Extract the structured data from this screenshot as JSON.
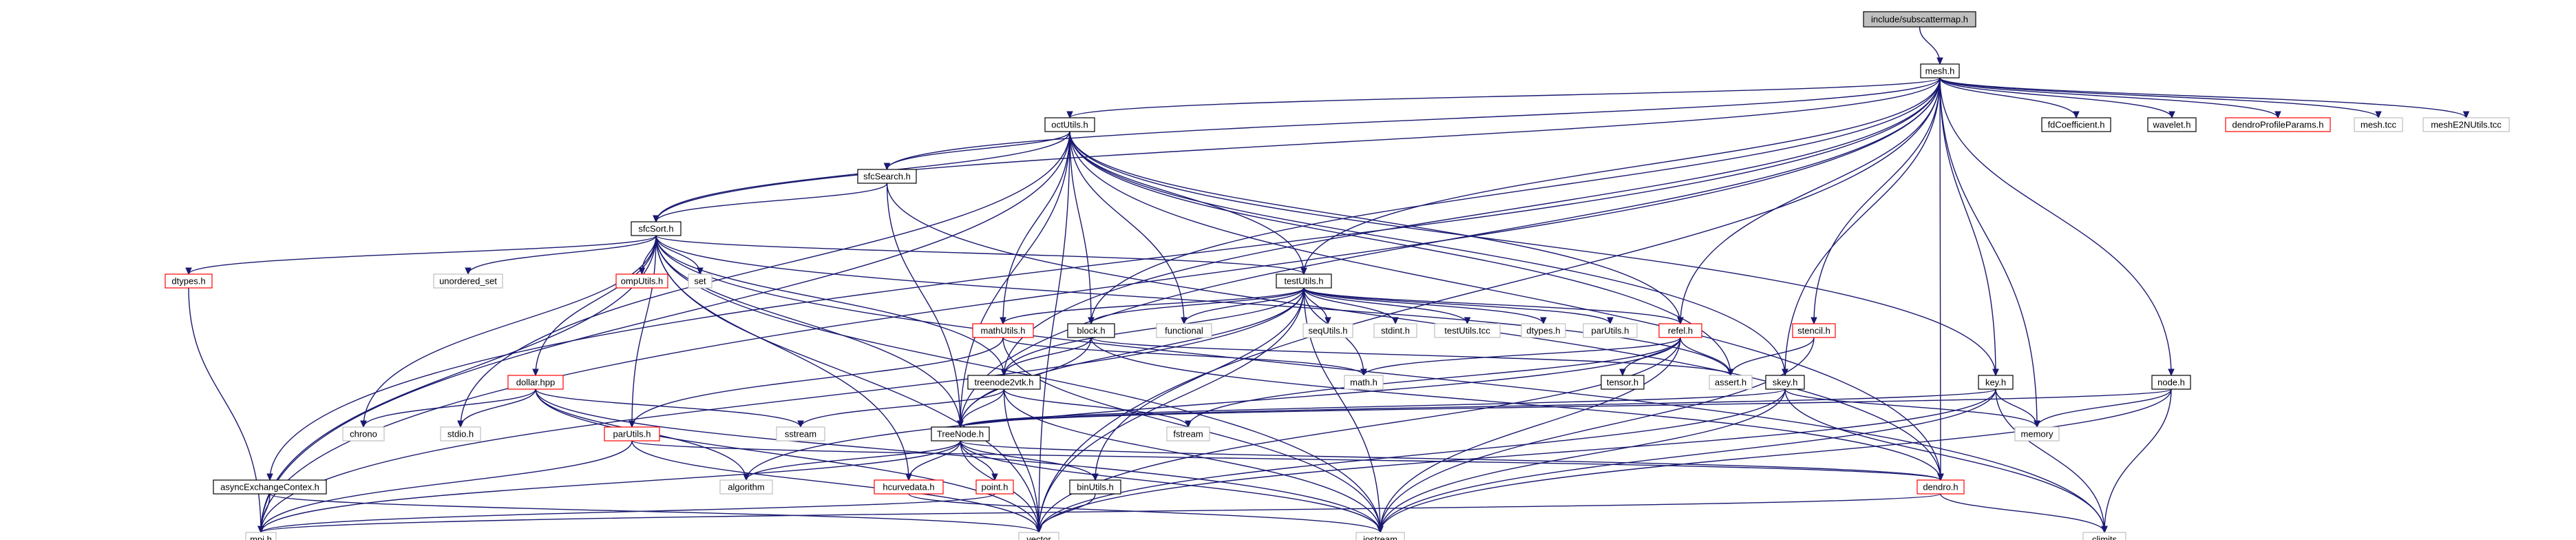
{
  "colors": {
    "root_fill": "#bfbfbf",
    "box_stroke": "#000000",
    "missing_stroke": "#bfbfbf",
    "broken_stroke": "#ff0000",
    "broken_text": "#ff0000",
    "text": "#000000",
    "edge": "#191970"
  },
  "nodes": {
    "subscattermap": {
      "label": "include/subscattermap.h",
      "kind": "root"
    },
    "mesh": {
      "label": "mesh.h",
      "kind": "file"
    },
    "mpi": {
      "label": "mpi.h",
      "kind": "missing"
    },
    "vector": {
      "label": "vector",
      "kind": "missing"
    },
    "octUtils": {
      "label": "octUtils.h",
      "kind": "file"
    },
    "sfcSearch": {
      "label": "sfcSearch.h",
      "kind": "file"
    },
    "sfcSort": {
      "label": "sfcSort.h",
      "kind": "file"
    },
    "fdCoefficient": {
      "label": "fdCoefficient.h",
      "kind": "file"
    },
    "wavelet": {
      "label": "wavelet.h",
      "kind": "file"
    },
    "dendroProfileParams": {
      "label": "dendroProfileParams.h",
      "kind": "broken"
    },
    "meshtcc": {
      "label": "mesh.tcc",
      "kind": "missing"
    },
    "meshE2NUtils": {
      "label": "meshE2NUtils.tcc",
      "kind": "missing"
    },
    "dtypes": {
      "label": "dtypes.h",
      "kind": "broken"
    },
    "unordered_set": {
      "label": "unordered_set",
      "kind": "missing"
    },
    "ompUtils": {
      "label": "ompUtils.h",
      "kind": "broken"
    },
    "set": {
      "label": "set",
      "kind": "missing"
    },
    "testUtils": {
      "label": "testUtils.h",
      "kind": "file"
    },
    "mathUtils": {
      "label": "mathUtils.h",
      "kind": "broken"
    },
    "block": {
      "label": "block.h",
      "kind": "file"
    },
    "functional": {
      "label": "functional",
      "kind": "missing"
    },
    "seqUtils": {
      "label": "seqUtils.h",
      "kind": "missing"
    },
    "stdint": {
      "label": "stdint.h",
      "kind": "missing"
    },
    "testUtilstcc": {
      "label": "testUtils.tcc",
      "kind": "missing"
    },
    "dtypes2": {
      "label": "dtypes.h",
      "kind": "missing"
    },
    "parUtils2": {
      "label": "parUtils.h",
      "kind": "missing"
    },
    "refel": {
      "label": "refel.h",
      "kind": "broken"
    },
    "stencil": {
      "label": "stencil.h",
      "kind": "broken"
    },
    "dollar": {
      "label": "dollar.hpp",
      "kind": "broken"
    },
    "treenode2vtk": {
      "label": "treenode2vtk.h",
      "kind": "file"
    },
    "math": {
      "label": "math.h",
      "kind": "missing"
    },
    "tensor": {
      "label": "tensor.h",
      "kind": "file"
    },
    "assert": {
      "label": "assert.h",
      "kind": "missing"
    },
    "skey": {
      "label": "skey.h",
      "kind": "file"
    },
    "key": {
      "label": "key.h",
      "kind": "file"
    },
    "node": {
      "label": "node.h",
      "kind": "file"
    },
    "chrono": {
      "label": "chrono",
      "kind": "missing"
    },
    "stdio": {
      "label": "stdio.h",
      "kind": "missing"
    },
    "parUtils": {
      "label": "parUtils.h",
      "kind": "broken"
    },
    "sstream": {
      "label": "sstream",
      "kind": "missing"
    },
    "TreeNode": {
      "label": "TreeNode.h",
      "kind": "file"
    },
    "fstream": {
      "label": "fstream",
      "kind": "missing"
    },
    "memory": {
      "label": "memory",
      "kind": "missing"
    },
    "asyncExchangeContex": {
      "label": "asyncExchangeContex.h",
      "kind": "file"
    },
    "algorithm": {
      "label": "algorithm",
      "kind": "missing"
    },
    "hcurvedata": {
      "label": "hcurvedata.h",
      "kind": "broken"
    },
    "point": {
      "label": "point.h",
      "kind": "broken"
    },
    "binUtils": {
      "label": "binUtils.h",
      "kind": "file"
    },
    "dendro": {
      "label": "dendro.h",
      "kind": "broken"
    },
    "iostream": {
      "label": "iostream",
      "kind": "missing"
    },
    "climits": {
      "label": "climits",
      "kind": "missing"
    }
  }
}
